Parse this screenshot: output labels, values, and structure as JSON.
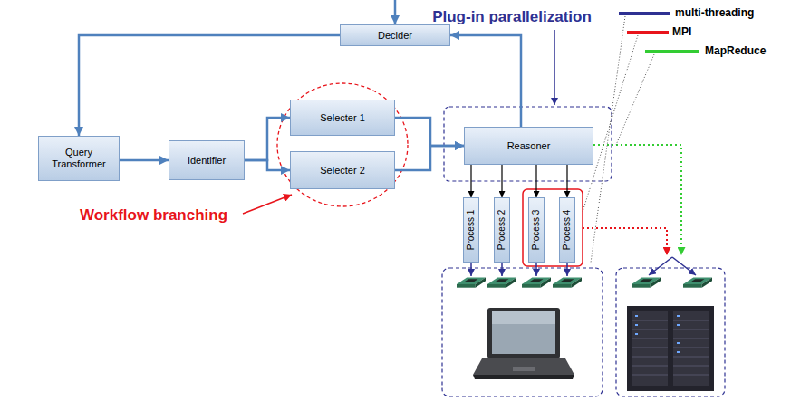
{
  "diagram": {
    "nodes": [
      {
        "text": [
          "Decider"
        ]
      },
      {
        "text": [
          "Query Transformer"
        ]
      },
      {
        "text": [
          "Identifier"
        ]
      },
      {
        "text": [
          "Selecter 1"
        ]
      },
      {
        "text": [
          "Selecter 2"
        ]
      },
      {
        "text": [
          "Reasoner"
        ]
      },
      {
        "text": [
          "Process 1"
        ]
      },
      {
        "text": [
          "Process 2"
        ]
      },
      {
        "text": [
          "Process 3"
        ]
      },
      {
        "text": [
          "Process 4"
        ]
      }
    ],
    "edges": [
      {
        "from": 0,
        "to": 1,
        "arrow": "to"
      },
      {
        "from": 1,
        "to": 2,
        "arrow": "to"
      },
      {
        "from": 2,
        "to": 3,
        "arrow": "to"
      },
      {
        "from": 2,
        "to": 4,
        "arrow": "to"
      },
      {
        "from": 3,
        "to": 5,
        "arrow": "to"
      },
      {
        "from": 4,
        "to": 5,
        "arrow": "to"
      },
      {
        "from": 5,
        "to": 0,
        "arrow": "to"
      },
      {
        "from": 5,
        "to": 6,
        "arrow": "to"
      },
      {
        "from": 5,
        "to": 7,
        "arrow": "to"
      },
      {
        "from": 5,
        "to": 8,
        "arrow": "to"
      },
      {
        "from": 5,
        "to": 9,
        "arrow": "to"
      }
    ],
    "labels": [
      "Plug-in parallelization",
      "Workflow branching"
    ],
    "legend": [
      {
        "text": "multi-threading"
      },
      {
        "text": "MPI"
      },
      {
        "text": "MapReduce"
      }
    ]
  }
}
